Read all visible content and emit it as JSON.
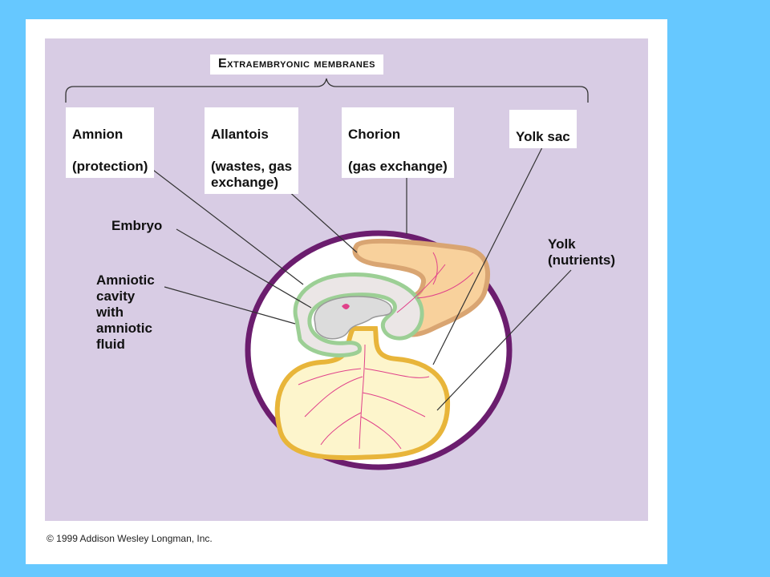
{
  "figure": {
    "title": "Extraembryonic membranes",
    "membranes": [
      {
        "name": "Amnion",
        "function": "(protection)"
      },
      {
        "name": "Allantois",
        "function": "(wastes, gas\nexchange)"
      },
      {
        "name": "Chorion",
        "function": "(gas exchange)"
      },
      {
        "name": "Yolk sac",
        "function": ""
      }
    ],
    "left_labels": {
      "embryo": "Embryo",
      "amniotic_cavity": "Amniotic\ncavity\nwith\namniotic\nfluid"
    },
    "right_labels": {
      "yolk": "Yolk\n(nutrients)"
    },
    "copyright": "© 1999 Addison Wesley Longman, Inc."
  },
  "colors": {
    "page_background": "#66c8ff",
    "panel_background": "#d8cce4",
    "shell": "#6b1d6e",
    "amnion": "#9ccf95",
    "allantois": "#d9a572",
    "yolk_fill": "#fdf5cc",
    "yolk_sac": "#e8b53a",
    "vessels": "#e0418a"
  }
}
